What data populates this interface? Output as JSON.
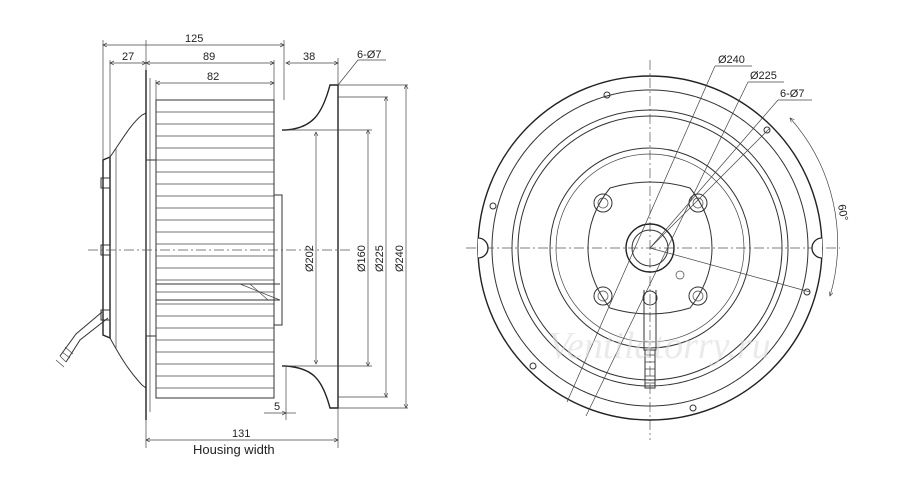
{
  "side_view": {
    "dim_125": "125",
    "dim_27": "27",
    "dim_89": "89",
    "dim_82": "82",
    "dim_38": "38",
    "dim_6x7": "6-Ø7",
    "dim_202": "Ø202",
    "dim_160": "Ø160",
    "dim_225": "Ø225",
    "dim_240": "Ø240",
    "dim_5": "5",
    "dim_131": "131",
    "housing_width_label": "Housing width"
  },
  "front_view": {
    "dia_240": "Ø240",
    "dia_225": "Ø225",
    "holes_6x7": "6-Ø7",
    "angle_60": "60°"
  },
  "watermark": "Ventilatorry.ru"
}
